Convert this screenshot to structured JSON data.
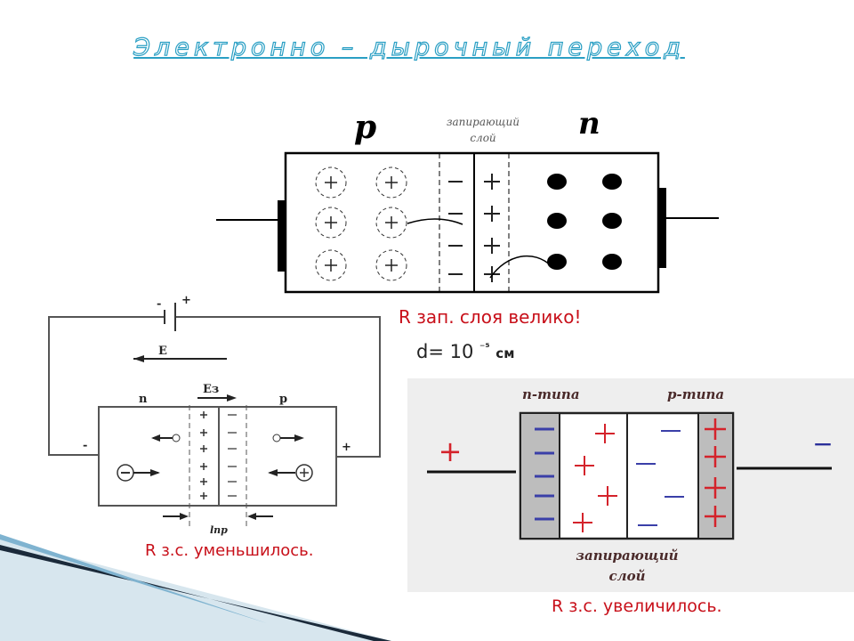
{
  "slide": {
    "title": "Электронно – дырочный переход",
    "accent_color": "#2a9fc4",
    "caption_color": "#c8101a"
  },
  "top_diagram": {
    "label_p": "p",
    "label_n": "n",
    "layer_label_1": "запирающий",
    "layer_label_2": "слой",
    "caption": "R зап. слоя велико!",
    "thickness_prefix": "d= 10",
    "thickness_exponent": "⁻⁵",
    "thickness_unit": "см"
  },
  "left_diagram": {
    "battery_minus": "-",
    "battery_plus": "+",
    "field_label": "E",
    "inner_field_label": "Eз",
    "label_n": "n",
    "label_p": "p",
    "terminal_minus": "-",
    "terminal_plus": "+",
    "width_label": "lпр",
    "caption": "R з.с. уменьшилось."
  },
  "right_diagram": {
    "label_n_type": "n-типа",
    "label_p_type": "p-типа",
    "layer_label_1": "запирающий",
    "layer_label_2": "слой",
    "terminal_plus": "+",
    "terminal_minus": "−",
    "caption": "R з.с. увеличилось."
  }
}
